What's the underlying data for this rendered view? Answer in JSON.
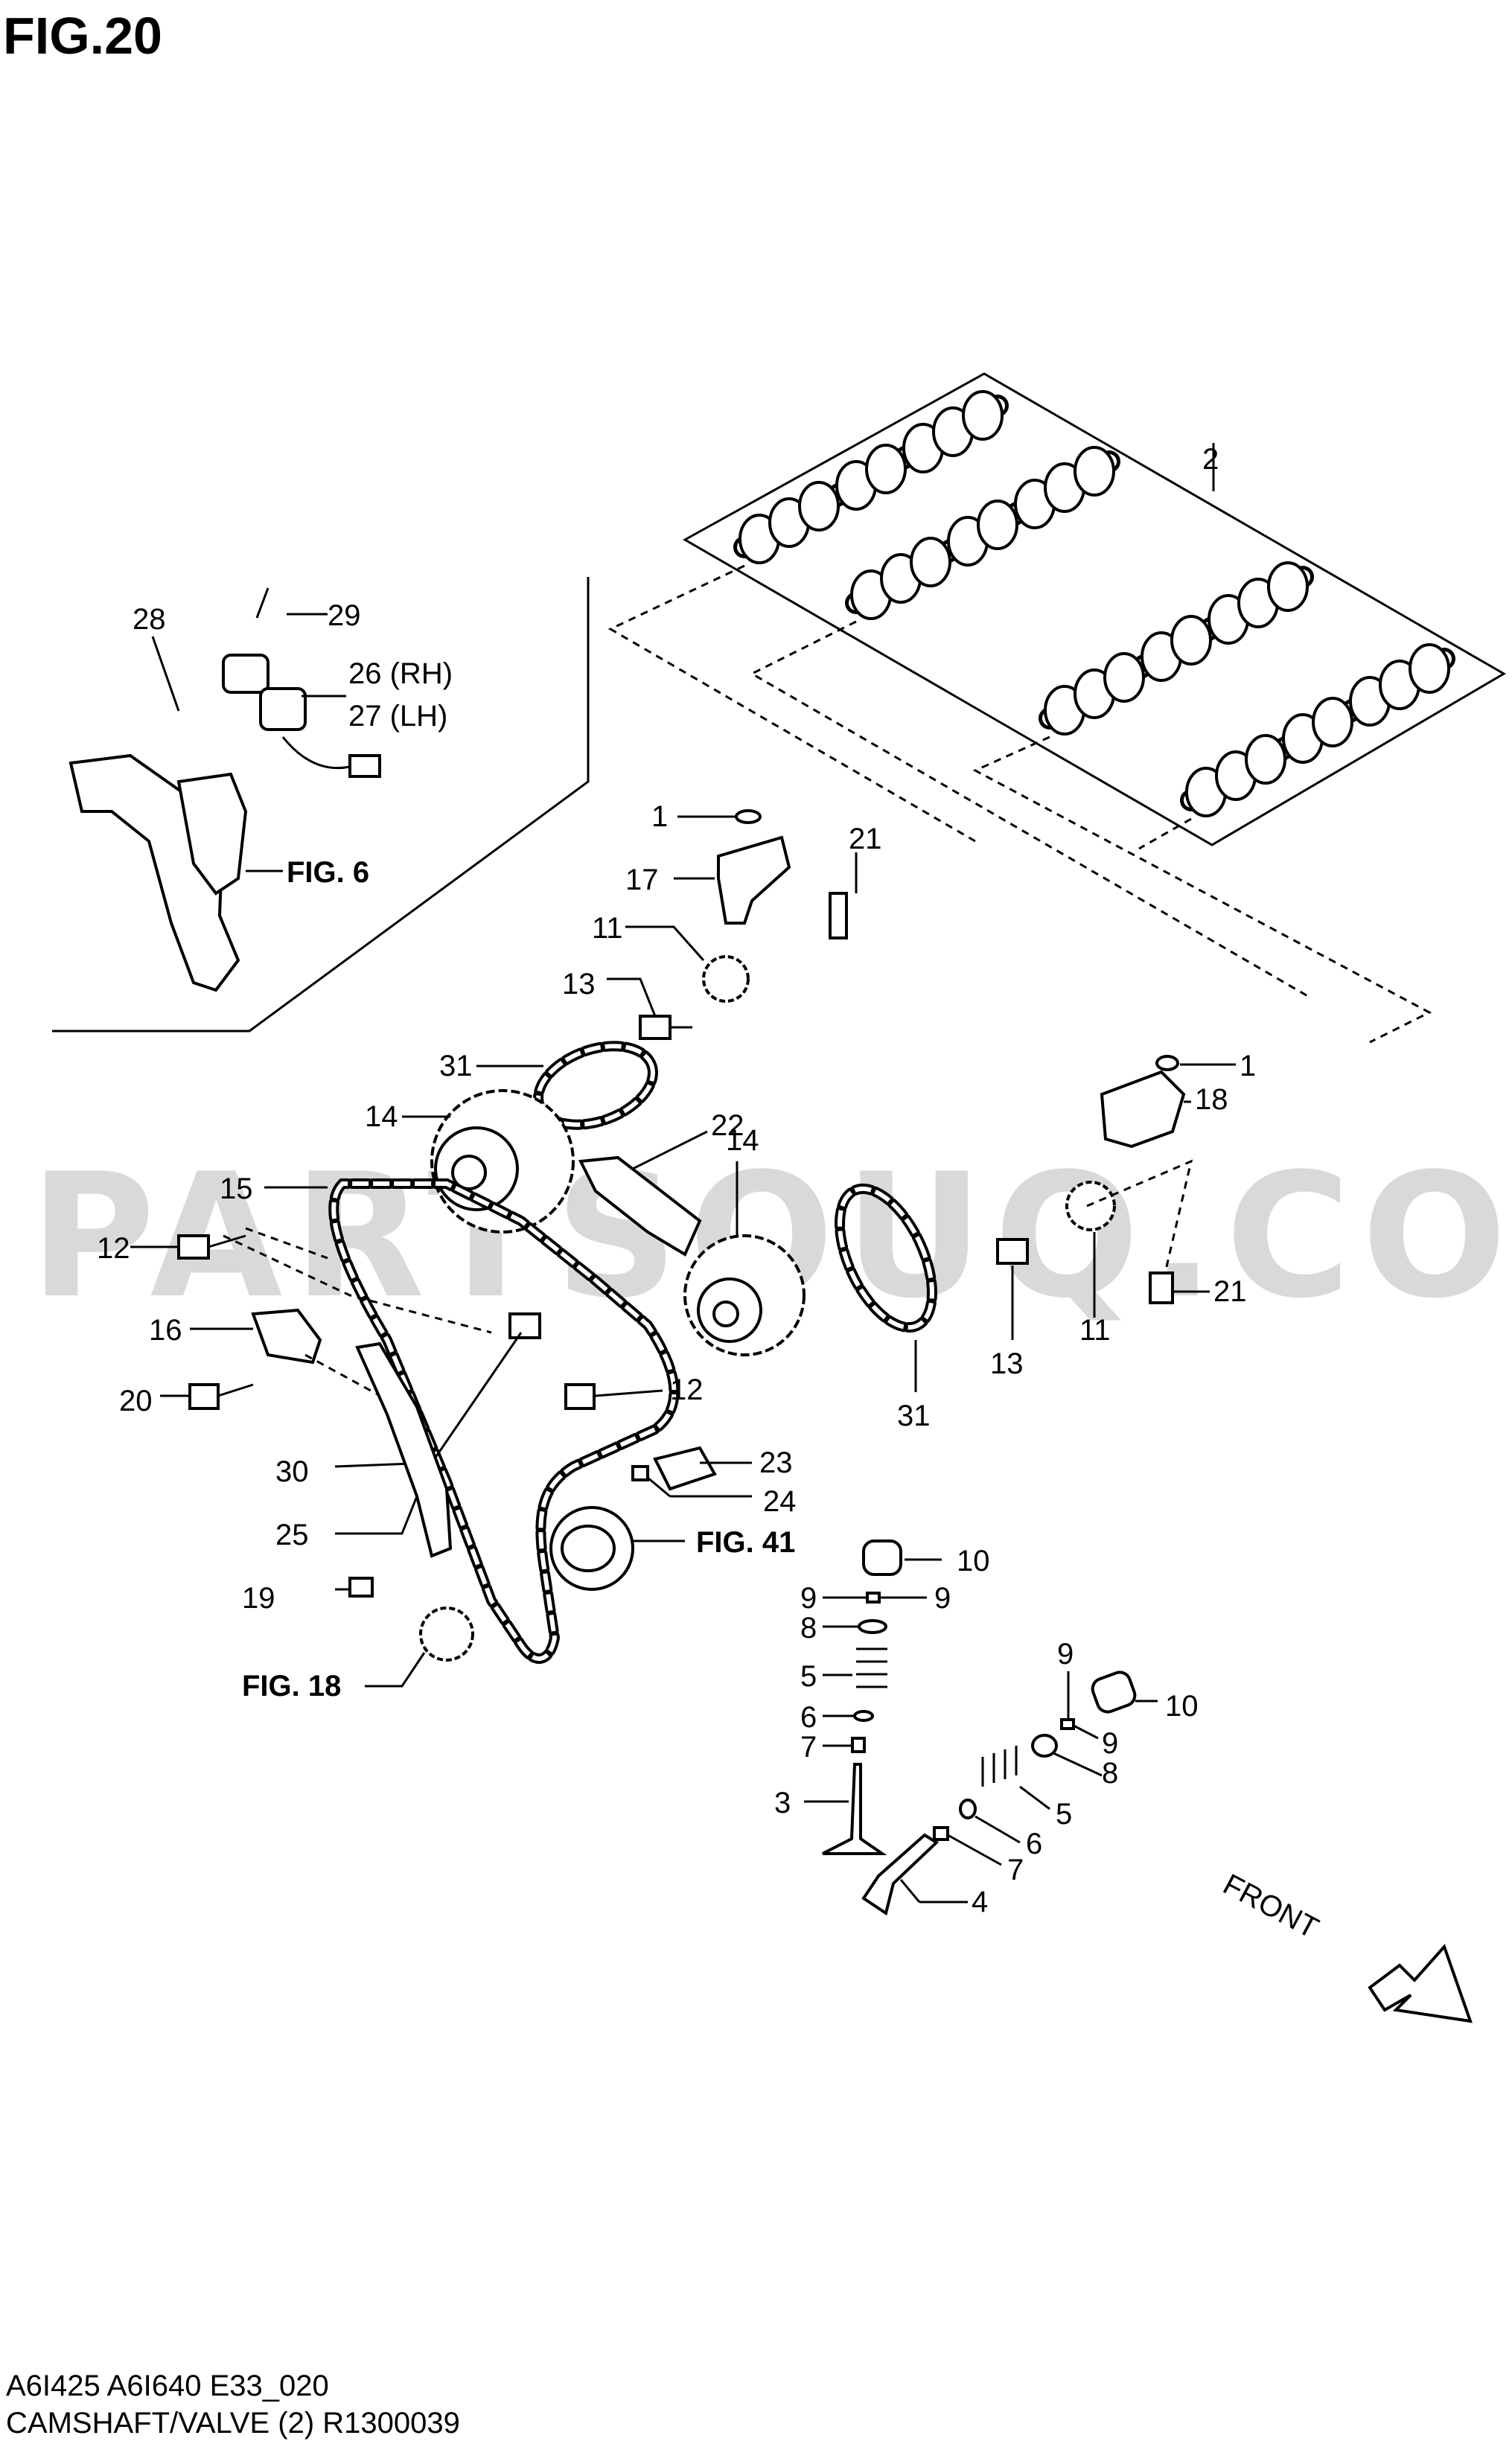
{
  "figure": {
    "title": "FIG.20",
    "watermark": "PARTSOUQ.COM",
    "footer_line1": "A6I425 A6I640 E33_020",
    "footer_line2": "CAMSHAFT/VALVE (2) R1300039",
    "front_label": "FRONT"
  },
  "callouts": {
    "c2": "2",
    "c28": "28",
    "c29": "29",
    "c26": "26 (RH)",
    "c27": "27 (LH)",
    "c1a": "1",
    "c17": "17",
    "c21a": "21",
    "c11a": "11",
    "c13a": "13",
    "c31a": "31",
    "c14a": "14",
    "c22": "22",
    "c15": "15",
    "c12a": "12",
    "c14b": "14",
    "c1b": "1",
    "c18": "18",
    "c16": "16",
    "c20": "20",
    "c12b": "12",
    "c21b": "21",
    "c11b": "11",
    "c13b": "13",
    "c31b": "31",
    "c30": "30",
    "c25": "25",
    "c23": "23",
    "c24": "24",
    "c19": "19",
    "c10a": "10",
    "c9a": "9",
    "c9b": "9",
    "c8a": "8",
    "c5a": "5",
    "c6a": "6",
    "c7a": "7",
    "c3": "3",
    "c9c": "9",
    "c10b": "10",
    "c9d": "9",
    "c8b": "8",
    "c5b": "5",
    "c6b": "6",
    "c7b": "7",
    "c4": "4"
  },
  "figure_refs": {
    "fig6": "FIG. 6",
    "fig41": "FIG. 41",
    "fig18": "FIG. 18"
  }
}
